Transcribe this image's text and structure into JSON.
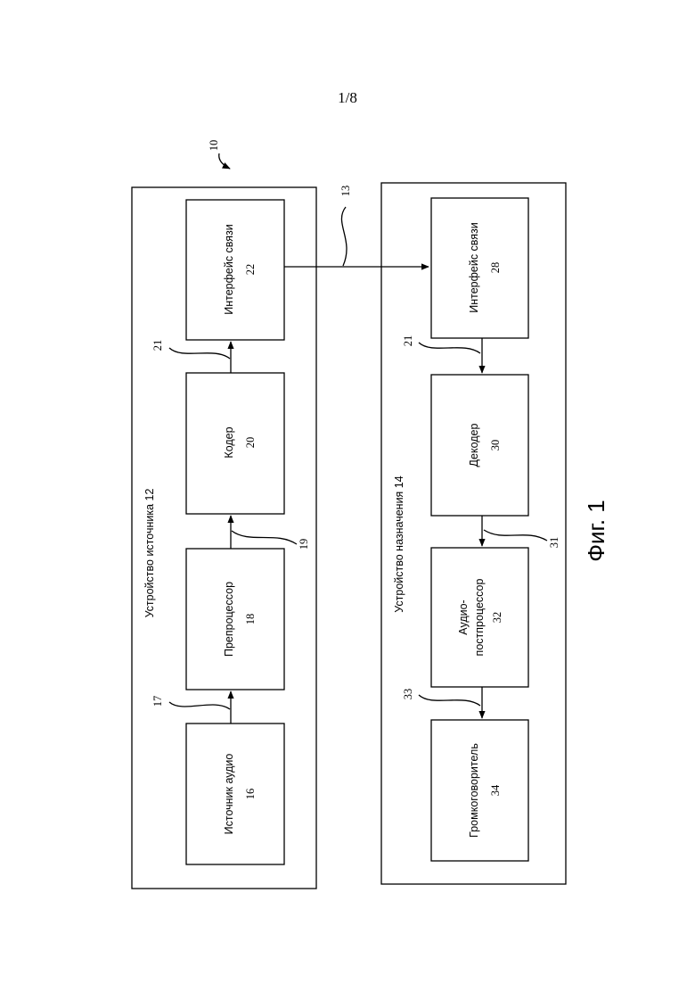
{
  "page_number": "1/8",
  "figure_label": "Фиг. 1",
  "system_ref": "10",
  "source_device": {
    "label": "Устройство источника 12",
    "blocks": [
      {
        "name": "Источник аудио",
        "num": "16"
      },
      {
        "name": "Препроцессор",
        "num": "18"
      },
      {
        "name": "Кодер",
        "num": "20"
      },
      {
        "name": "Интерфейс связи",
        "num": "22"
      }
    ],
    "links": [
      "17",
      "19",
      "21"
    ]
  },
  "dest_device": {
    "label": "Устройство назначения 14",
    "blocks": [
      {
        "name": "Интерфейс связи",
        "num": "28"
      },
      {
        "name": "Декодер",
        "num": "30"
      },
      {
        "name1": "Аудио-",
        "name2": "постпроцессор",
        "num": "32"
      },
      {
        "name": "Громкоговоритель",
        "num": "34"
      }
    ],
    "links": [
      "21",
      "31",
      "33"
    ]
  },
  "channel_ref": "13"
}
